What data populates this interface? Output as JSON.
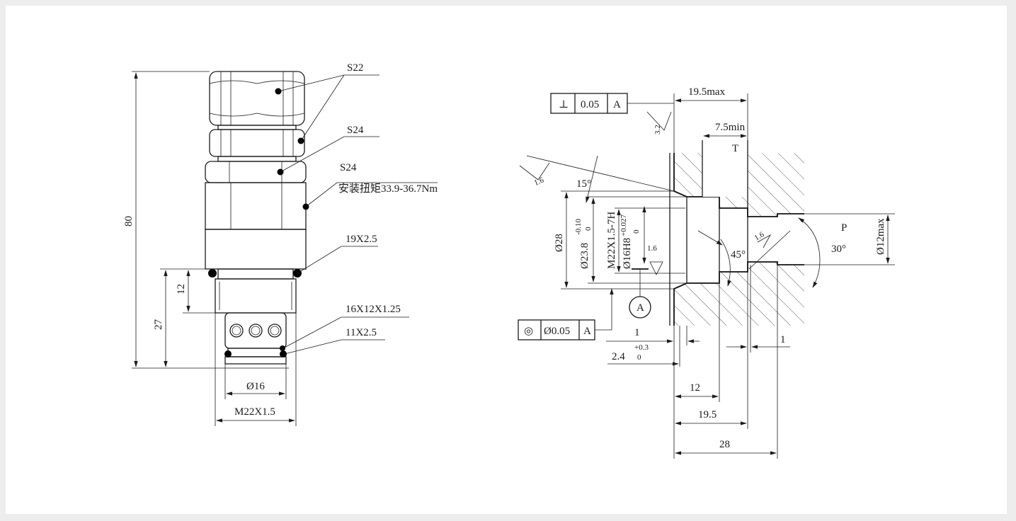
{
  "left_view": {
    "callouts": {
      "s22": "S22",
      "s24_upper": "S24",
      "s24_lower": "S24",
      "torque": "安装扭矩33.9-36.7Nm",
      "oring_19": "19X2.5",
      "thread_16": "16X12X1.25",
      "oring_11": "11X2.5"
    },
    "dims": {
      "overall_length": "80",
      "len_27": "27",
      "len_12": "12",
      "dia_16": "Ø16",
      "thread": "M22X1.5"
    }
  },
  "right_view": {
    "perpendicularity": {
      "symbol": "⊥",
      "value": "0.05",
      "datum": "A"
    },
    "concentricity": {
      "symbol": "◎",
      "value": "Ø0.05",
      "datum": "A"
    },
    "datum_label": "A",
    "surface_roughness": {
      "top": "3.2",
      "chamfer": "1.6",
      "bore": "1.6",
      "seat": "1.6"
    },
    "angles": {
      "chamfer": "15°",
      "seat": "45°",
      "outlet": "30°"
    },
    "ports": {
      "tank": "T",
      "pressure": "P"
    },
    "dims": {
      "depth_max": "19.5max",
      "depth_min": "7.5min",
      "dia_28": "Ø28",
      "dia_23_8": "Ø23.8",
      "tol_23_8_upper": "-0.10",
      "tol_23_8_lower": "0",
      "thread": "M22X1.5-7H",
      "bore": "Ø16H8",
      "tol_bore_upper": "+0.027",
      "tol_bore_lower": "0",
      "outlet_dia": "Ø12max",
      "step_1": "1",
      "step_2_4": "2.4",
      "tol_2_4_upper": "+0.3",
      "tol_2_4_lower": "0",
      "len_12": "12",
      "len_19_5": "19.5",
      "len_28": "28",
      "outlet_step": "1"
    }
  }
}
